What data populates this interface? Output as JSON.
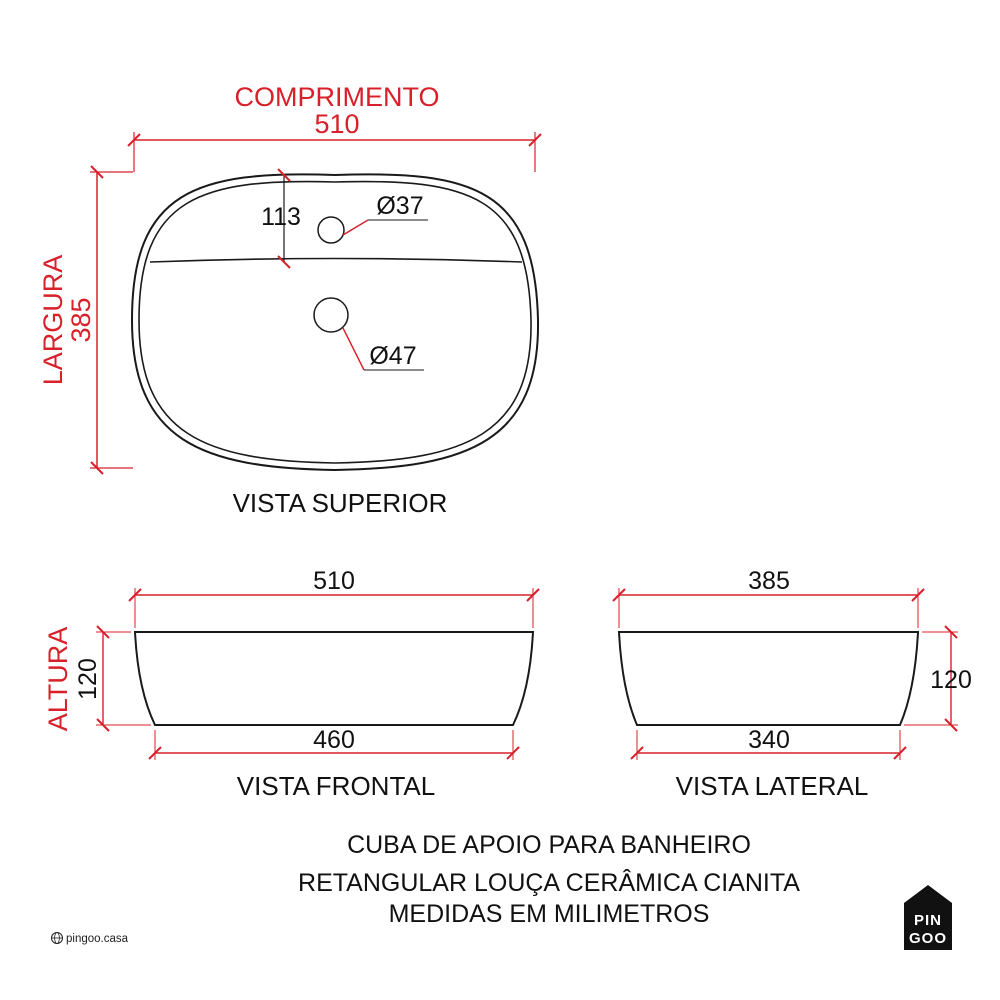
{
  "top_view": {
    "length_label": "COMPRIMENTO",
    "length_value": "510",
    "width_label": "LARGURA",
    "width_value": "385",
    "deck_depth": "113",
    "tap_hole": "Ø37",
    "drain_hole": "Ø47",
    "caption": "VISTA SUPERIOR"
  },
  "front_view": {
    "top_width": "510",
    "bottom_width": "460",
    "height_label": "ALTURA",
    "height_value": "120",
    "caption": "VISTA FRONTAL"
  },
  "side_view": {
    "top_width": "385",
    "bottom_width": "340",
    "height_value": "120",
    "caption": "VISTA LATERAL"
  },
  "description": {
    "line1": "CUBA DE APOIO PARA BANHEIRO",
    "line2": "RETANGULAR LOUÇA CERÂMICA CIANITA",
    "line3": "MEDIDAS EM MILIMETROS"
  },
  "brand": {
    "site": "pingoo.casa",
    "logo_line1": "PIN",
    "logo_line2": "GOO"
  },
  "colors": {
    "dimension_red": "#d8202a",
    "outline": "#1a1a1a"
  }
}
